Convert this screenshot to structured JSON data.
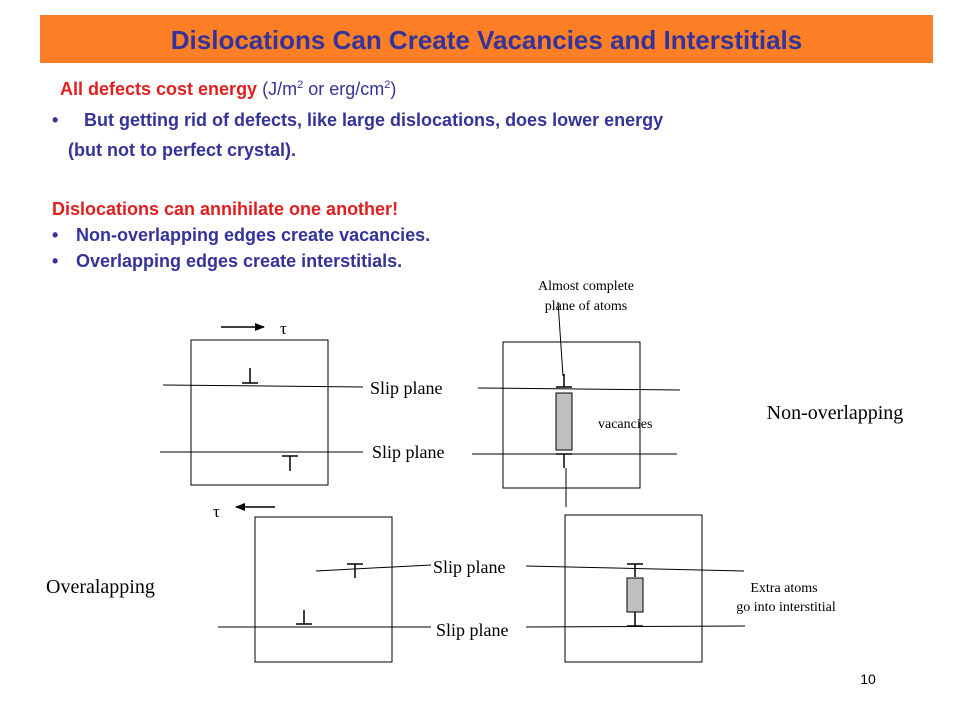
{
  "title": "Dislocations Can Create Vacancies and Interstitials",
  "intro": {
    "line1_red": "All defects cost energy ",
    "line1_unit_pre": "(J/m",
    "line1_unit_exp1": "2",
    "line1_unit_mid": " or erg/cm",
    "line1_unit_exp2": "2",
    "line1_unit_post": ")",
    "bullet_char": "•",
    "bullet1": "But getting rid of defects, like large dislocations, does lower energy",
    "bullet1_cont": "(but not to perfect crystal)."
  },
  "annihilate": {
    "heading": "Dislocations can annihilate one another!",
    "bullets": [
      "Non-overlapping edges create vacancies.",
      "Overlapping edges create interstitials."
    ]
  },
  "diagram": {
    "tau": "τ",
    "slip_plane": "Slip plane",
    "almost_complete_line1": "Almost complete",
    "almost_complete_line2": "plane of atoms",
    "vacancies": "vacancies",
    "non_overlapping": "Non-overlapping",
    "overlapping": "Overalapping",
    "extra_atoms_line1": "Extra atoms",
    "extra_atoms_line2": "go into interstitial",
    "perp_down": "⊥",
    "perp_up": "⊤",
    "colors": {
      "fill_gray": "#c0c0c0",
      "line": "#000000"
    }
  },
  "page_number": "10"
}
